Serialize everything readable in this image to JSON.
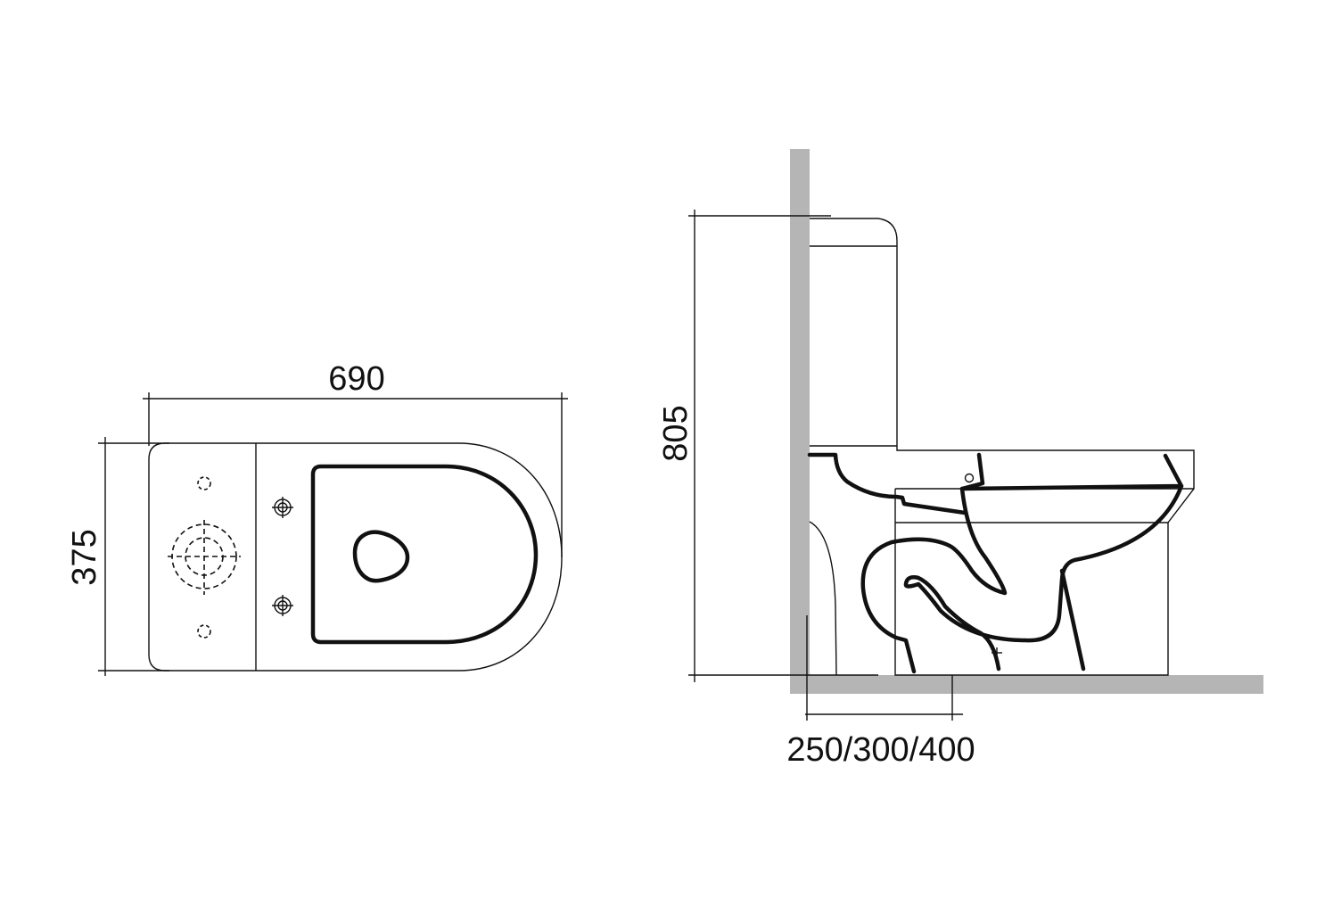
{
  "top_view": {
    "length_label": "690",
    "width_label": "375"
  },
  "side_view": {
    "height_label": "805",
    "rough_in_label": "250/300/400"
  },
  "colors": {
    "line": "#111111",
    "wall_floor": "#b4b5b4"
  }
}
